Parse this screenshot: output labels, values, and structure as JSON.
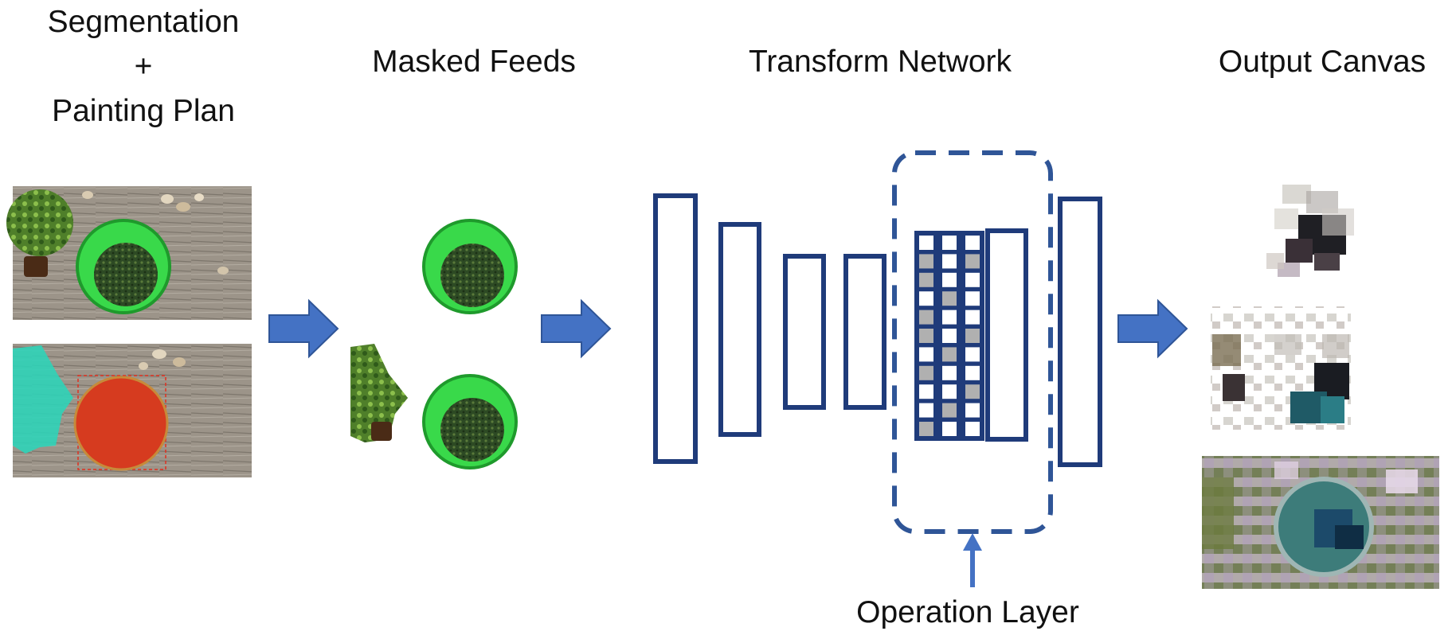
{
  "labels": {
    "segmentation_line1": "Segmentation",
    "segmentation_plus": "+",
    "segmentation_line2": "Painting Plan",
    "masked_feeds": "Masked Feeds",
    "transform_network": "Transform Network",
    "output_canvas": "Output Canvas",
    "operation_layer": "Operation Layer"
  },
  "colors": {
    "arrow_fill": "#4472c4",
    "arrow_stroke": "#2f5597",
    "network_stroke": "#1f3b7a",
    "dashed_box": "#2f5597",
    "grid_fill": "#1f3b7a",
    "grid_gray_cell": "#b0b0b0",
    "bucket_green": "#2ecc40",
    "mask_red": "#d63b1f",
    "mask_cyan": "#2fd3b8"
  },
  "icons": {
    "flow_arrow": "right-block-arrow",
    "pointer_arrow": "up-arrow"
  }
}
